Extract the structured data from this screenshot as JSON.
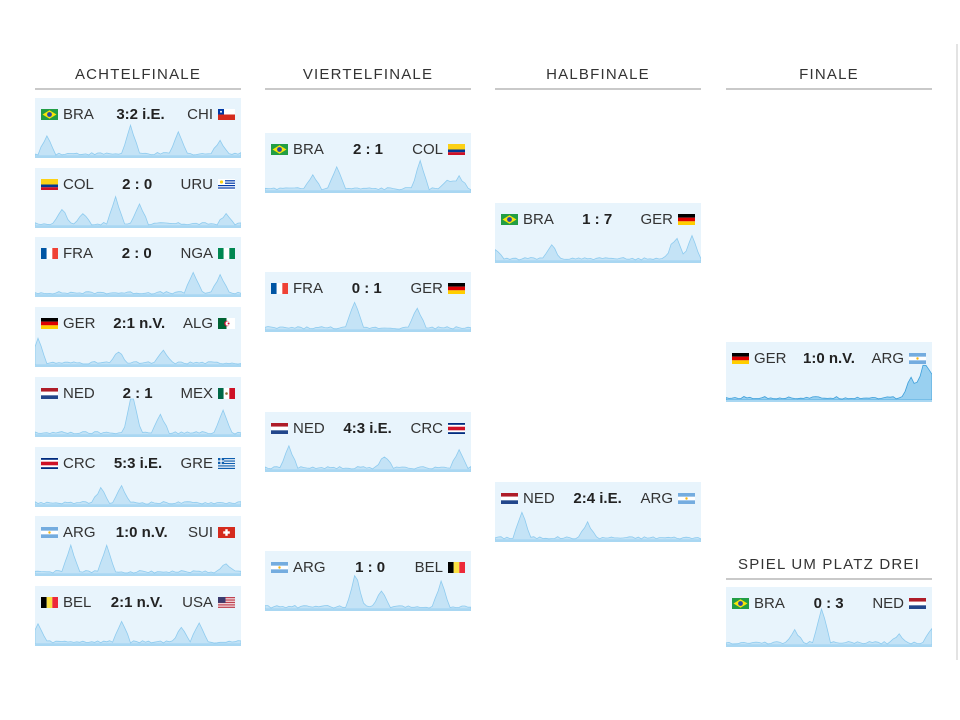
{
  "headers": {
    "r16": "ACHTELFINALE",
    "qf": "VIERTELFINALE",
    "sf": "HALBFINALE",
    "final": "FINALE",
    "third": "SPIEL UM PLATZ DREI"
  },
  "r16": [
    {
      "home": "BRA",
      "score": "3:2 i.E.",
      "away": "CHI",
      "home_flag": "flag-brazil-icon",
      "away_flag": "flag-chile-icon"
    },
    {
      "home": "COL",
      "score": "2 : 0",
      "away": "URU",
      "home_flag": "flag-colombia-icon",
      "away_flag": "flag-uruguay-icon"
    },
    {
      "home": "FRA",
      "score": "2 : 0",
      "away": "NGA",
      "home_flag": "flag-france-icon",
      "away_flag": "flag-nigeria-icon"
    },
    {
      "home": "GER",
      "score": "2:1 n.V.",
      "away": "ALG",
      "home_flag": "flag-germany-icon",
      "away_flag": "flag-algeria-icon"
    },
    {
      "home": "NED",
      "score": "2 : 1",
      "away": "MEX",
      "home_flag": "flag-netherlands-icon",
      "away_flag": "flag-mexico-icon"
    },
    {
      "home": "CRC",
      "score": "5:3 i.E.",
      "away": "GRE",
      "home_flag": "flag-costa-rica-icon",
      "away_flag": "flag-greece-icon"
    },
    {
      "home": "ARG",
      "score": "1:0 n.V.",
      "away": "SUI",
      "home_flag": "flag-argentina-icon",
      "away_flag": "flag-switzerland-icon"
    },
    {
      "home": "BEL",
      "score": "2:1 n.V.",
      "away": "USA",
      "home_flag": "flag-belgium-icon",
      "away_flag": "flag-usa-icon"
    }
  ],
  "qf": [
    {
      "home": "BRA",
      "score": "2 : 1",
      "away": "COL",
      "home_flag": "flag-brazil-icon",
      "away_flag": "flag-colombia-icon"
    },
    {
      "home": "FRA",
      "score": "0 : 1",
      "away": "GER",
      "home_flag": "flag-france-icon",
      "away_flag": "flag-germany-icon"
    },
    {
      "home": "NED",
      "score": "4:3 i.E.",
      "away": "CRC",
      "home_flag": "flag-netherlands-icon",
      "away_flag": "flag-costa-rica-icon"
    },
    {
      "home": "ARG",
      "score": "1 : 0",
      "away": "BEL",
      "home_flag": "flag-argentina-icon",
      "away_flag": "flag-belgium-icon"
    }
  ],
  "sf": [
    {
      "home": "BRA",
      "score": "1 : 7",
      "away": "GER",
      "home_flag": "flag-brazil-icon",
      "away_flag": "flag-germany-icon"
    },
    {
      "home": "NED",
      "score": "2:4 i.E.",
      "away": "ARG",
      "home_flag": "flag-netherlands-icon",
      "away_flag": "flag-argentina-icon"
    }
  ],
  "final": [
    {
      "home": "GER",
      "score": "1:0 n.V.",
      "away": "ARG",
      "home_flag": "flag-germany-icon",
      "away_flag": "flag-argentina-icon"
    }
  ],
  "third": [
    {
      "home": "BRA",
      "score": "0 : 3",
      "away": "NED",
      "home_flag": "flag-brazil-icon",
      "away_flag": "flag-netherlands-icon"
    }
  ],
  "colors": {
    "card_bg": "#e8f4fc",
    "spark_fill": "#c4e3f6",
    "spark_stroke": "#8ecbef",
    "final_fill": "#99d0f0",
    "final_stroke": "#3d9fda"
  }
}
